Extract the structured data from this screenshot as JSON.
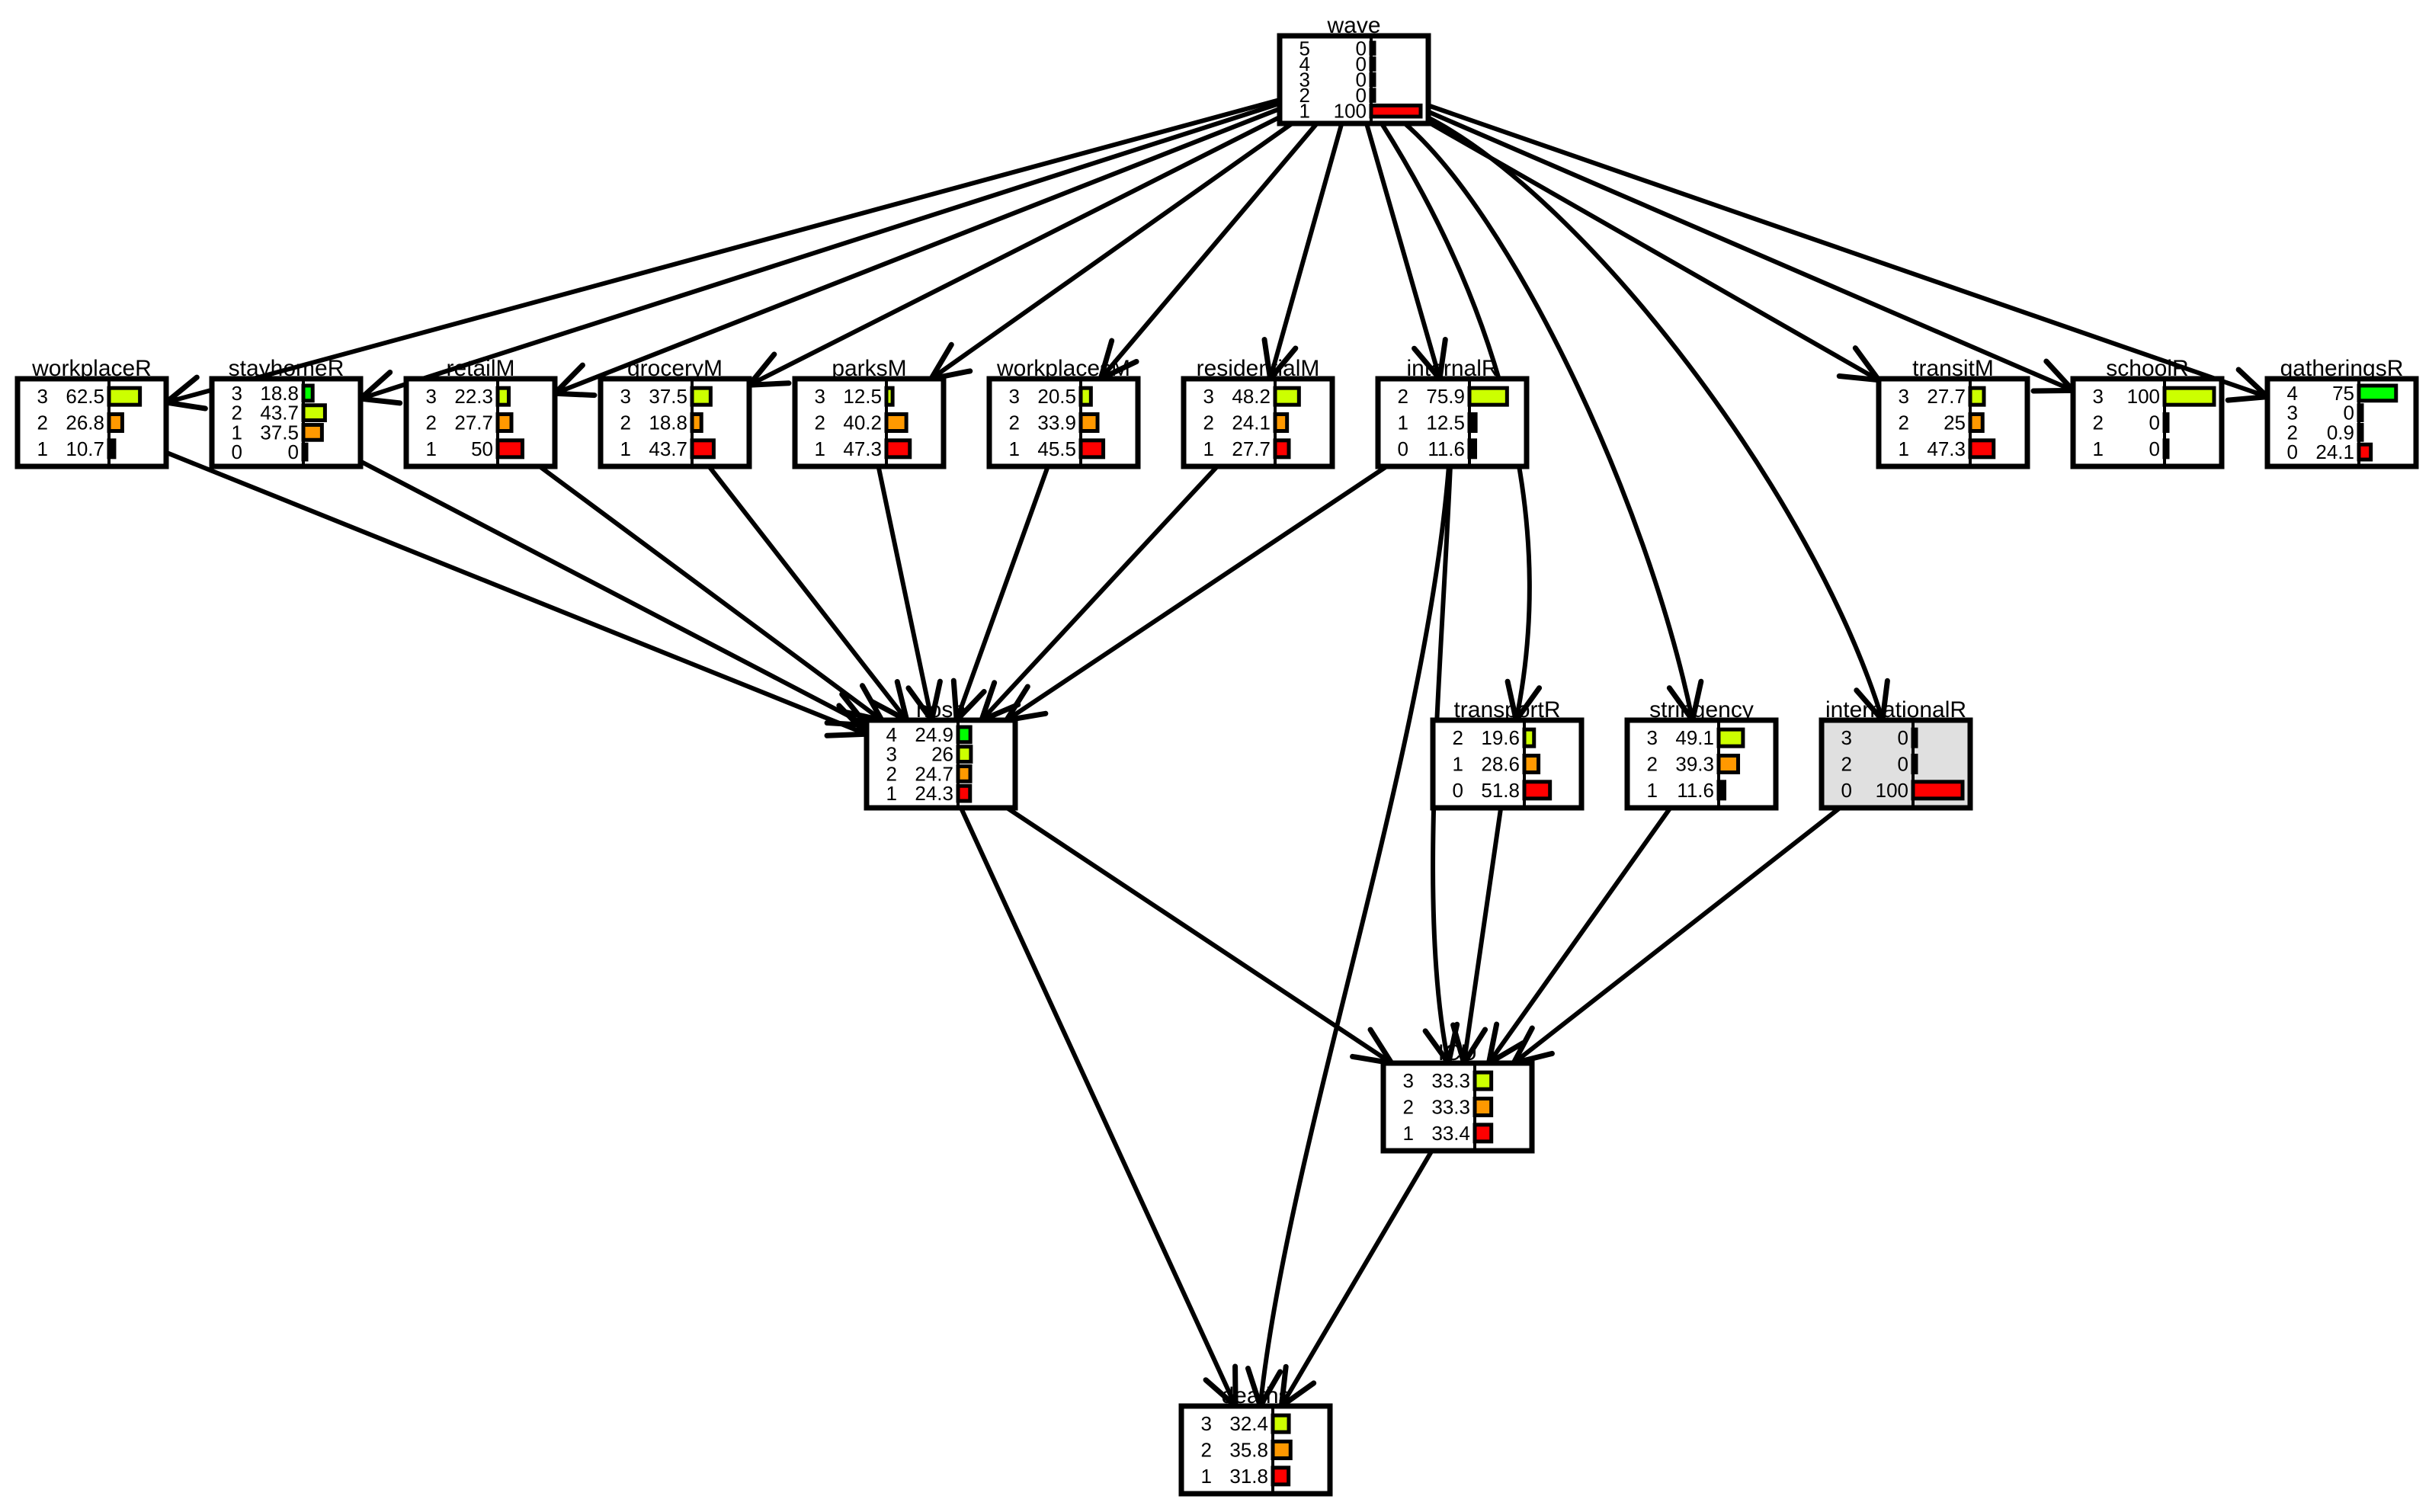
{
  "colors": {
    "level_palette": {
      "a": "#ccff00",
      "b": "#ff9900",
      "c": "#ff0000",
      "d": "#00ff00",
      "e": "#000000"
    },
    "observed_fill": "#e0e0e0",
    "stroke": "#000000"
  },
  "nodes": [
    {
      "id": "wave",
      "title": "wave",
      "observed": false,
      "rows": [
        {
          "state": "5",
          "value": "0",
          "level": 0,
          "color": "e"
        },
        {
          "state": "4",
          "value": "0",
          "level": 0,
          "color": "e"
        },
        {
          "state": "3",
          "value": "0",
          "level": 0,
          "color": "e"
        },
        {
          "state": "2",
          "value": "0",
          "level": 0,
          "color": "e"
        },
        {
          "state": "1",
          "value": "100",
          "level": 100,
          "color": "c"
        }
      ]
    },
    {
      "id": "workplaceR",
      "title": "workplaceR",
      "observed": false,
      "rows": [
        {
          "state": "3",
          "value": "62.5",
          "level": 62.5,
          "color": "a"
        },
        {
          "state": "2",
          "value": "26.8",
          "level": 26.8,
          "color": "b"
        },
        {
          "state": "1",
          "value": "10.7",
          "level": 10.7,
          "color": "e"
        }
      ]
    },
    {
      "id": "stayhomeR",
      "title": "stayhomeR",
      "observed": false,
      "rows": [
        {
          "state": "3",
          "value": "18.8",
          "level": 18.8,
          "color": "d"
        },
        {
          "state": "2",
          "value": "43.7",
          "level": 43.7,
          "color": "a"
        },
        {
          "state": "1",
          "value": "37.5",
          "level": 37.5,
          "color": "b"
        },
        {
          "state": "0",
          "value": "0",
          "level": 0,
          "color": "e"
        }
      ]
    },
    {
      "id": "retailM",
      "title": "retailM",
      "observed": false,
      "rows": [
        {
          "state": "3",
          "value": "22.3",
          "level": 22.3,
          "color": "a"
        },
        {
          "state": "2",
          "value": "27.7",
          "level": 27.7,
          "color": "b"
        },
        {
          "state": "1",
          "value": "50",
          "level": 50,
          "color": "c"
        }
      ]
    },
    {
      "id": "groceryM",
      "title": "groceryM",
      "observed": false,
      "rows": [
        {
          "state": "3",
          "value": "37.5",
          "level": 37.5,
          "color": "a"
        },
        {
          "state": "2",
          "value": "18.8",
          "level": 18.8,
          "color": "b"
        },
        {
          "state": "1",
          "value": "43.7",
          "level": 43.7,
          "color": "c"
        }
      ]
    },
    {
      "id": "parksM",
      "title": "parksM",
      "observed": false,
      "rows": [
        {
          "state": "3",
          "value": "12.5",
          "level": 12.5,
          "color": "a"
        },
        {
          "state": "2",
          "value": "40.2",
          "level": 40.2,
          "color": "b"
        },
        {
          "state": "1",
          "value": "47.3",
          "level": 47.3,
          "color": "c"
        }
      ]
    },
    {
      "id": "workplacesM",
      "title": "workplacesM",
      "observed": false,
      "rows": [
        {
          "state": "3",
          "value": "20.5",
          "level": 20.5,
          "color": "a"
        },
        {
          "state": "2",
          "value": "33.9",
          "level": 33.9,
          "color": "b"
        },
        {
          "state": "1",
          "value": "45.5",
          "level": 45.5,
          "color": "c"
        }
      ]
    },
    {
      "id": "residentialM",
      "title": "residentialM",
      "observed": false,
      "rows": [
        {
          "state": "3",
          "value": "48.2",
          "level": 48.2,
          "color": "a"
        },
        {
          "state": "2",
          "value": "24.1",
          "level": 24.1,
          "color": "b"
        },
        {
          "state": "1",
          "value": "27.7",
          "level": 27.7,
          "color": "c"
        }
      ]
    },
    {
      "id": "internalR",
      "title": "internalR",
      "observed": false,
      "rows": [
        {
          "state": "2",
          "value": "75.9",
          "level": 75.9,
          "color": "a"
        },
        {
          "state": "1",
          "value": "12.5",
          "level": 12.5,
          "color": "e"
        },
        {
          "state": "0",
          "value": "11.6",
          "level": 11.6,
          "color": "e"
        }
      ]
    },
    {
      "id": "transitM",
      "title": "transitM",
      "observed": false,
      "rows": [
        {
          "state": "3",
          "value": "27.7",
          "level": 27.7,
          "color": "a"
        },
        {
          "state": "2",
          "value": "25",
          "level": 25,
          "color": "b"
        },
        {
          "state": "1",
          "value": "47.3",
          "level": 47.3,
          "color": "c"
        }
      ]
    },
    {
      "id": "schoolR",
      "title": "schoolR",
      "observed": false,
      "rows": [
        {
          "state": "3",
          "value": "100",
          "level": 100,
          "color": "a"
        },
        {
          "state": "2",
          "value": "0",
          "level": 0,
          "color": "e"
        },
        {
          "state": "1",
          "value": "0",
          "level": 0,
          "color": "e"
        }
      ]
    },
    {
      "id": "gatheringsR",
      "title": "gatheringsR",
      "observed": false,
      "rows": [
        {
          "state": "4",
          "value": "75",
          "level": 75,
          "color": "d"
        },
        {
          "state": "3",
          "value": "0",
          "level": 0,
          "color": "e"
        },
        {
          "state": "2",
          "value": "0.9",
          "level": 0.9,
          "color": "e"
        },
        {
          "state": "0",
          "value": "24.1",
          "level": 24.1,
          "color": "c"
        }
      ]
    },
    {
      "id": "hosp",
      "title": "hosp",
      "observed": false,
      "rows": [
        {
          "state": "4",
          "value": "24.9",
          "level": 24.9,
          "color": "d"
        },
        {
          "state": "3",
          "value": "26",
          "level": 26,
          "color": "a"
        },
        {
          "state": "2",
          "value": "24.7",
          "level": 24.7,
          "color": "b"
        },
        {
          "state": "1",
          "value": "24.3",
          "level": 24.3,
          "color": "c"
        }
      ]
    },
    {
      "id": "transportR",
      "title": "transportR",
      "observed": false,
      "rows": [
        {
          "state": "2",
          "value": "19.6",
          "level": 19.6,
          "color": "a"
        },
        {
          "state": "1",
          "value": "28.6",
          "level": 28.6,
          "color": "b"
        },
        {
          "state": "0",
          "value": "51.8",
          "level": 51.8,
          "color": "c"
        }
      ]
    },
    {
      "id": "stringency",
      "title": "stringency",
      "observed": false,
      "rows": [
        {
          "state": "3",
          "value": "49.1",
          "level": 49.1,
          "color": "a"
        },
        {
          "state": "2",
          "value": "39.3",
          "level": 39.3,
          "color": "b"
        },
        {
          "state": "1",
          "value": "11.6",
          "level": 11.6,
          "color": "e"
        }
      ]
    },
    {
      "id": "internationalR",
      "title": "internationalR",
      "observed": true,
      "rows": [
        {
          "state": "3",
          "value": "0",
          "level": 0,
          "color": "e"
        },
        {
          "state": "2",
          "value": "0",
          "level": 0,
          "color": "e"
        },
        {
          "state": "0",
          "value": "100",
          "level": 100,
          "color": "c"
        }
      ]
    },
    {
      "id": "ICU",
      "title": "ICU",
      "observed": false,
      "rows": [
        {
          "state": "3",
          "value": "33.3",
          "level": 33.3,
          "color": "a"
        },
        {
          "state": "2",
          "value": "33.3",
          "level": 33.3,
          "color": "b"
        },
        {
          "state": "1",
          "value": "33.4",
          "level": 33.4,
          "color": "c"
        }
      ]
    },
    {
      "id": "deaths",
      "title": "deaths",
      "observed": false,
      "rows": [
        {
          "state": "3",
          "value": "32.4",
          "level": 32.4,
          "color": "a"
        },
        {
          "state": "2",
          "value": "35.8",
          "level": 35.8,
          "color": "b"
        },
        {
          "state": "1",
          "value": "31.8",
          "level": 31.8,
          "color": "c"
        }
      ]
    }
  ],
  "edges": [
    {
      "from": "wave",
      "to": "workplaceR"
    },
    {
      "from": "wave",
      "to": "stayhomeR"
    },
    {
      "from": "wave",
      "to": "retailM"
    },
    {
      "from": "wave",
      "to": "groceryM"
    },
    {
      "from": "wave",
      "to": "parksM"
    },
    {
      "from": "wave",
      "to": "workplacesM"
    },
    {
      "from": "wave",
      "to": "residentialM"
    },
    {
      "from": "wave",
      "to": "internalR"
    },
    {
      "from": "wave",
      "to": "transportR"
    },
    {
      "from": "wave",
      "to": "stringency"
    },
    {
      "from": "wave",
      "to": "internationalR"
    },
    {
      "from": "wave",
      "to": "transitM"
    },
    {
      "from": "wave",
      "to": "schoolR"
    },
    {
      "from": "wave",
      "to": "gatheringsR"
    },
    {
      "from": "workplaceR",
      "to": "hosp"
    },
    {
      "from": "stayhomeR",
      "to": "hosp"
    },
    {
      "from": "retailM",
      "to": "hosp"
    },
    {
      "from": "groceryM",
      "to": "hosp"
    },
    {
      "from": "parksM",
      "to": "hosp"
    },
    {
      "from": "workplacesM",
      "to": "hosp"
    },
    {
      "from": "residentialM",
      "to": "hosp"
    },
    {
      "from": "internalR",
      "to": "hosp"
    },
    {
      "from": "internalR",
      "to": "ICU"
    },
    {
      "from": "internalR",
      "to": "deaths"
    },
    {
      "from": "transportR",
      "to": "ICU"
    },
    {
      "from": "stringency",
      "to": "ICU"
    },
    {
      "from": "internationalR",
      "to": "ICU"
    },
    {
      "from": "hosp",
      "to": "ICU"
    },
    {
      "from": "hosp",
      "to": "deaths"
    },
    {
      "from": "ICU",
      "to": "deaths"
    }
  ]
}
